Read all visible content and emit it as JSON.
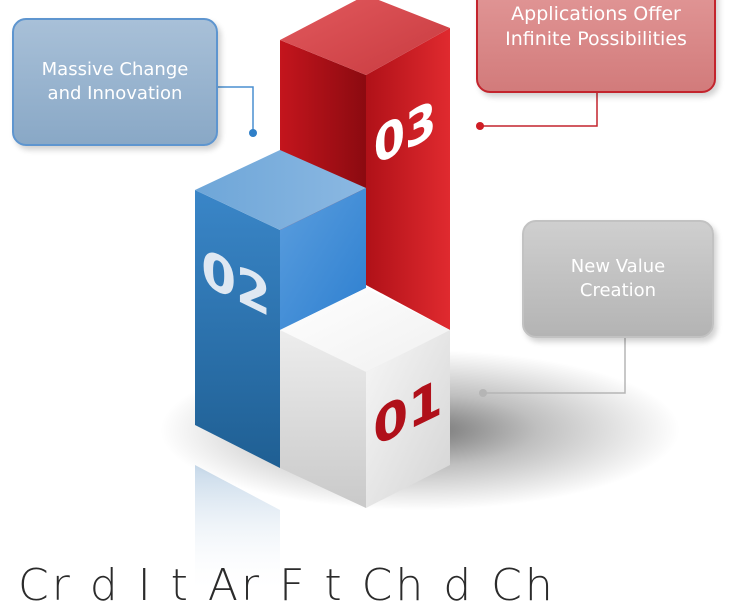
{
  "callouts": {
    "massive": {
      "line1": "Massive Change",
      "line2": "and Innovation"
    },
    "applications": {
      "line1": "Applications Offer",
      "line2": "Infinite Possibilities"
    },
    "new_value": {
      "line1": "New Value",
      "line2": "Creation"
    }
  },
  "steps": {
    "step1": "01",
    "step2": "02",
    "step3": "03"
  },
  "footer": {
    "text": "Cr d I t Ar F t Ch d Ch"
  },
  "colors": {
    "blue": "#2f7fc8",
    "red": "#cf1d25",
    "gray": "#bdbdbd",
    "number_red": "#b0101a"
  }
}
